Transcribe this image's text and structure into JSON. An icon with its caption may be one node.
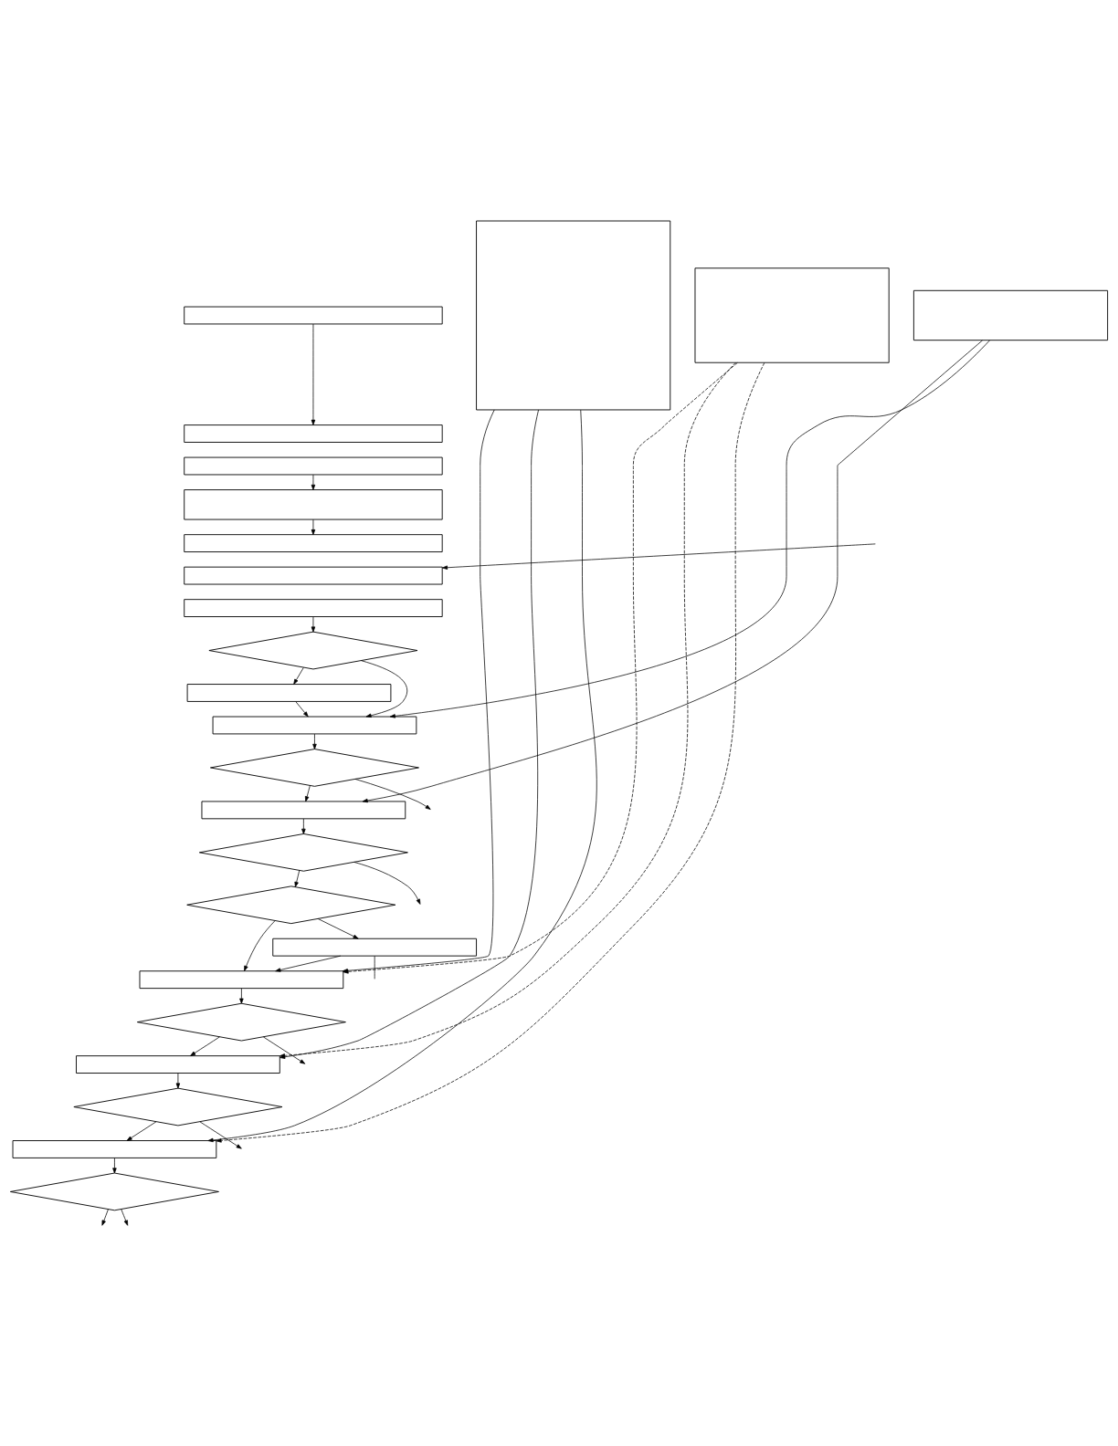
{
  "diagram": {
    "nodes": [
      {
        "text": [],
        "shape": "box"
      },
      {
        "text": [],
        "shape": "box"
      },
      {
        "text": [],
        "shape": "box"
      },
      {
        "text": [],
        "shape": "box"
      },
      {
        "text": [],
        "shape": "box"
      },
      {
        "text": [],
        "shape": "box"
      },
      {
        "text": [],
        "shape": "box"
      },
      {
        "text": [],
        "shape": "diamond"
      },
      {
        "text": [],
        "shape": "box"
      },
      {
        "text": [],
        "shape": "box"
      },
      {
        "text": [],
        "shape": "diamond"
      },
      {
        "text": [],
        "shape": "box"
      },
      {
        "text": [],
        "shape": "diamond"
      },
      {
        "text": [],
        "shape": "diamond"
      },
      {
        "text": [],
        "shape": "box"
      },
      {
        "text": [],
        "shape": "box"
      },
      {
        "text": [],
        "shape": "diamond"
      },
      {
        "text": [],
        "shape": "box"
      },
      {
        "text": [],
        "shape": "diamond"
      },
      {
        "text": [],
        "shape": "box"
      },
      {
        "text": [],
        "shape": "diamond"
      },
      {
        "text": [],
        "shape": "box"
      },
      {
        "text": [],
        "shape": "box"
      },
      {
        "text": [],
        "shape": "box"
      }
    ],
    "edges": [
      {
        "from": 0,
        "to": 1,
        "arrow": "to"
      },
      {
        "from": 2,
        "to": 3,
        "arrow": "to"
      },
      {
        "from": 3,
        "to": 4,
        "arrow": "to"
      },
      {
        "from": null,
        "to": 5,
        "arrow": "to"
      },
      {
        "from": 6,
        "to": 7,
        "arrow": "to"
      },
      {
        "from": 7,
        "to": 8,
        "arrow": "to"
      },
      {
        "from": 7,
        "to": 9,
        "arrow": "to"
      },
      {
        "from": 8,
        "to": 9,
        "arrow": "to"
      },
      {
        "from": 9,
        "to": 10,
        "arrow": "to"
      },
      {
        "from": 21,
        "to": 9,
        "arrow": "to"
      },
      {
        "from": 21,
        "to": 11,
        "arrow": "to"
      },
      {
        "from": 10,
        "to": null,
        "arrow": "to"
      },
      {
        "from": 10,
        "to": 11,
        "arrow": "to"
      },
      {
        "from": 11,
        "to": 12,
        "arrow": "to"
      },
      {
        "from": 12,
        "to": null,
        "arrow": "to"
      },
      {
        "from": 12,
        "to": 13,
        "arrow": "to"
      },
      {
        "from": 13,
        "to": 14,
        "arrow": "to"
      },
      {
        "from": 13,
        "to": 15,
        "arrow": "to"
      },
      {
        "from": 14,
        "to": 15,
        "arrow": "to"
      },
      {
        "from": 14,
        "to": null,
        "arrow": "none"
      },
      {
        "from": 15,
        "to": 16,
        "arrow": "to"
      },
      {
        "from": 22,
        "to": 15,
        "arrow": "to"
      },
      {
        "from": 22,
        "to": 17,
        "arrow": "to"
      },
      {
        "from": 22,
        "to": 19,
        "arrow": "to"
      },
      {
        "from": 23,
        "to": 15,
        "arrow": "to",
        "style": "dashed"
      },
      {
        "from": 23,
        "to": 17,
        "arrow": "to",
        "style": "dashed"
      },
      {
        "from": 23,
        "to": 19,
        "arrow": "to",
        "style": "dashed"
      },
      {
        "from": 16,
        "to": null,
        "arrow": "to"
      },
      {
        "from": 16,
        "to": 17,
        "arrow": "to"
      },
      {
        "from": 17,
        "to": 18,
        "arrow": "to"
      },
      {
        "from": 18,
        "to": null,
        "arrow": "to"
      },
      {
        "from": 18,
        "to": 19,
        "arrow": "to"
      },
      {
        "from": 19,
        "to": 20,
        "arrow": "to"
      },
      {
        "from": 20,
        "to": null,
        "arrow": "to"
      },
      {
        "from": 20,
        "to": null,
        "arrow": "to"
      }
    ]
  }
}
